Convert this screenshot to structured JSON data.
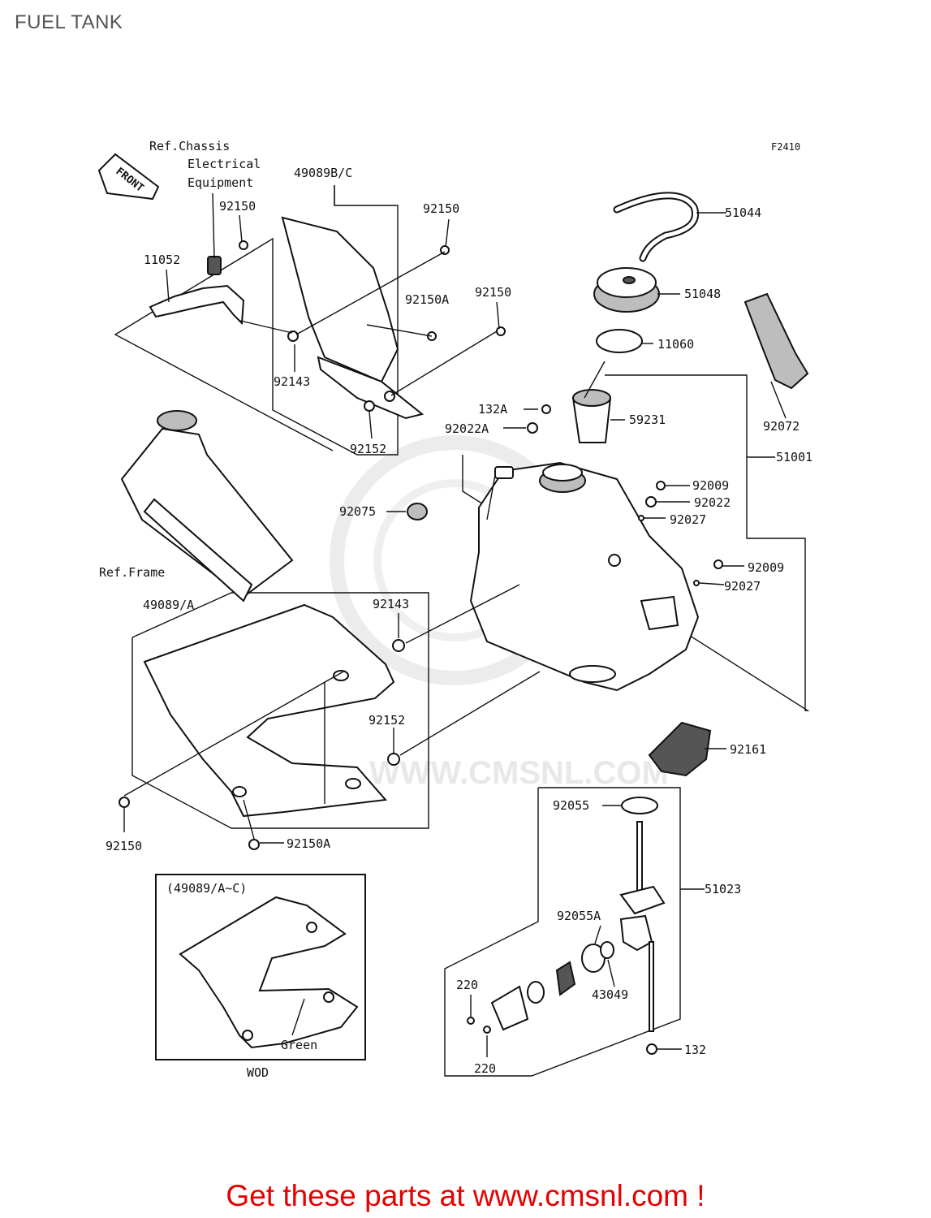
{
  "page_title": "FUEL TANK",
  "figure_code": "F2410",
  "front_label": "FRONT",
  "ref_notes": {
    "chassis": [
      "Ref.Chassis",
      "Electrical",
      "Equipment"
    ],
    "frame": "Ref.Frame"
  },
  "parts": {
    "p49089bc": "49089B/C",
    "p92150_a": "92150",
    "p92150_b": "92150",
    "p11052": "11052",
    "p92150a_a": "92150A",
    "p92150_c": "92150",
    "p92143_a": "92143",
    "p92152_a": "92152",
    "p51044": "51044",
    "p51048": "51048",
    "p11060": "11060",
    "p92072": "92072",
    "p132a": "132A",
    "p92022a": "92022A",
    "p59231": "59231",
    "p51001": "51001",
    "p92009_a": "92009",
    "p92022": "92022",
    "p92027_a": "92027",
    "p92075": "92075",
    "p92009_b": "92009",
    "p92027_b": "92027",
    "p49089a": "49089/A",
    "p92143_b": "92143",
    "p92152_b": "92152",
    "p92161": "92161",
    "p92150_d": "92150",
    "p92150a_b": "92150A",
    "p92055": "92055",
    "p51023": "51023",
    "p92055a": "92055A",
    "p43049": "43049",
    "p220_a": "220",
    "p220_b": "220",
    "p132": "132"
  },
  "inset": {
    "title": "(49089/A~C)",
    "color_label": "Green",
    "caption": "WOD"
  },
  "watermark": "WWW.CMSNL.COM",
  "footer": "Get these parts at www.cmsnl.com !",
  "colors": {
    "footer": "#e60000",
    "title": "#555555",
    "watermark": "#e8e8e8"
  }
}
